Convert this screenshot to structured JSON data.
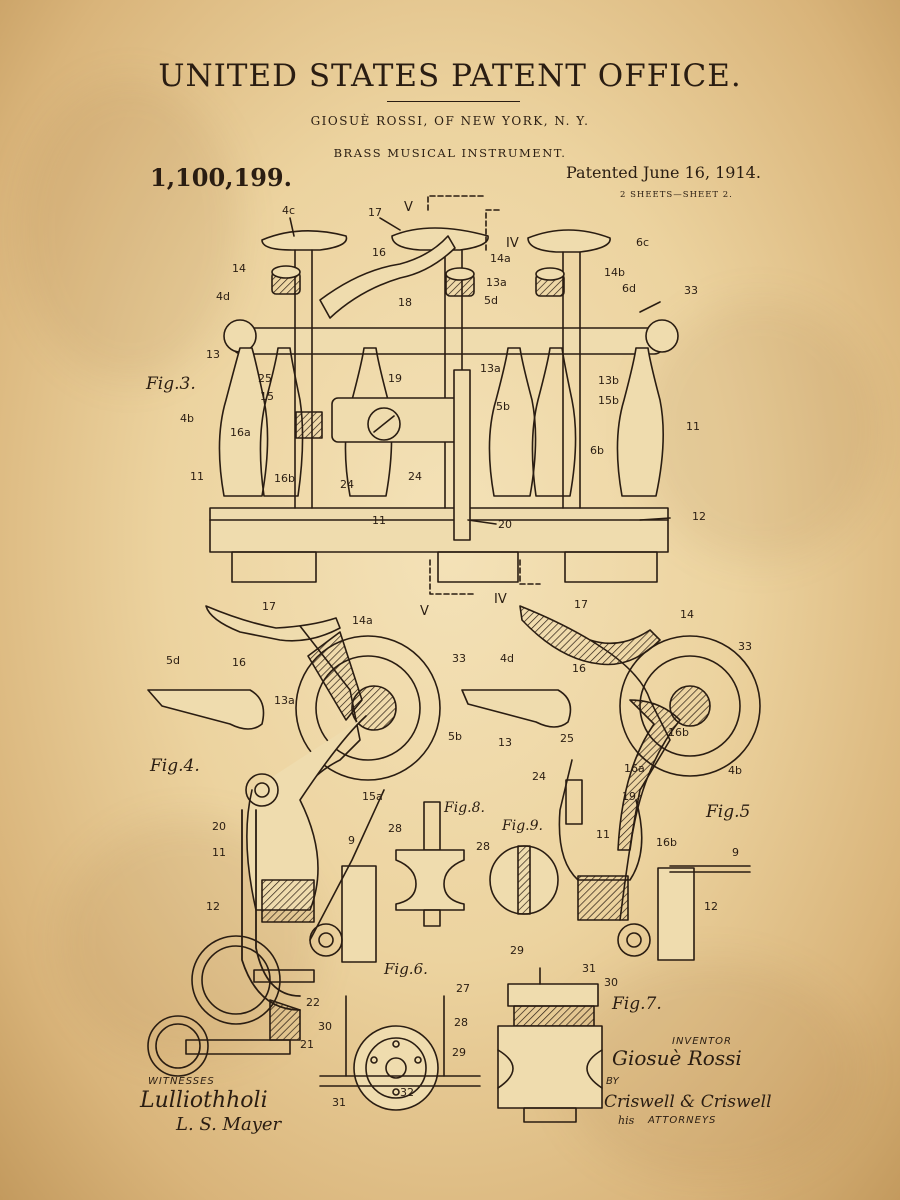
{
  "header": {
    "office": "UNITED STATES PATENT OFFICE.",
    "inventor_line": "GIOSUÈ ROSSI, OF NEW YORK, N. Y.",
    "invention": "BRASS MUSICAL INSTRUMENT.",
    "number": "1,100,199.",
    "patented": "Patented June 16, 1914.",
    "sheets": "2 SHEETS—SHEET 2."
  },
  "figures": {
    "fig3": "Fig.3.",
    "fig4": "Fig.4.",
    "fig5": "Fig.5",
    "fig6": "Fig.6.",
    "fig7": "Fig.7.",
    "fig8": "Fig.8.",
    "fig9": "Fig.9."
  },
  "labels": {
    "fig3": [
      "4c",
      "17",
      "V",
      "16",
      "IV",
      "14a",
      "13a",
      "14",
      "4d",
      "18",
      "5d",
      "14b",
      "6d",
      "33",
      "6c",
      "13",
      "25",
      "15",
      "19",
      "13a",
      "13b",
      "15b",
      "4b",
      "16a",
      "5b",
      "6b",
      "11",
      "11",
      "16b",
      "24",
      "24",
      "11",
      "20",
      "12",
      "V",
      "IV"
    ],
    "fig4": [
      "17",
      "16",
      "14a",
      "33",
      "5d",
      "13a",
      "5b",
      "15a",
      "20",
      "11",
      "9",
      "12",
      "22",
      "21"
    ],
    "fig5": [
      "17",
      "14",
      "33",
      "4d",
      "16",
      "13",
      "25",
      "16b",
      "16a",
      "4b",
      "24",
      "19",
      "11",
      "16b",
      "9",
      "12"
    ],
    "fig8": [
      "28"
    ],
    "fig9": [
      "28"
    ],
    "fig6": [
      "27",
      "30",
      "28",
      "29",
      "31",
      "32"
    ],
    "fig7": [
      "29",
      "31",
      "30"
    ]
  },
  "signatures": {
    "witnesses_label": "WITNESSES",
    "inventor_label": "INVENTOR",
    "by": "BY",
    "attorneys_label": "ATTORNEYS",
    "witness_1": "Lulliothholi",
    "witness_2": "L. S. Mayer",
    "inventor_signature": "Giosuè Rossi",
    "attorney_signature": "Criswell & Criswell",
    "attorney_suffix": "his"
  },
  "colors": {
    "paper": "#ecd39f",
    "ink": "#2a1d12",
    "edge": "#c39a5e"
  }
}
